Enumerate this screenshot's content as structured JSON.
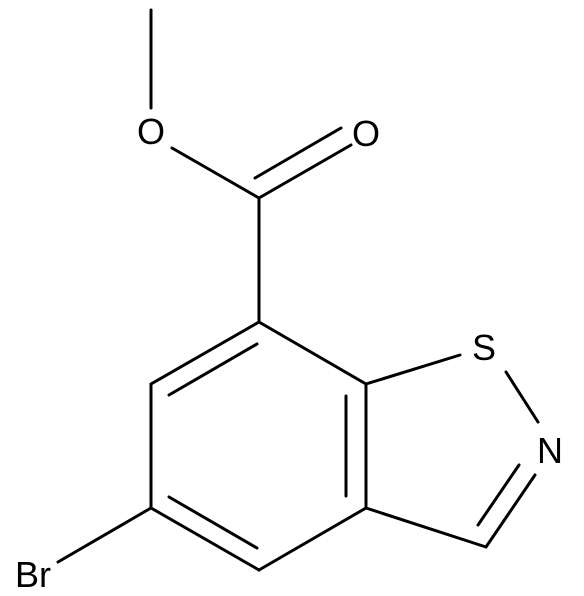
{
  "structure": {
    "atoms": {
      "oxygen_ether": "O",
      "oxygen_carbonyl": "O",
      "sulfur": "S",
      "nitrogen": "N",
      "bromine": "Br"
    },
    "colors": {
      "bond": "#000000",
      "label": "#000000",
      "background": "#ffffff"
    }
  }
}
